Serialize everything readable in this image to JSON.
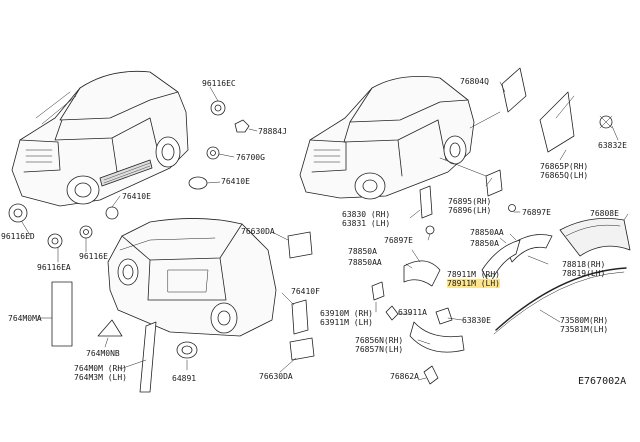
{
  "diagram": {
    "id": "E767002A",
    "callouts": {
      "c96116EC": "96116EC",
      "c78884J": "78884J",
      "c76700G": "76700G",
      "c76410E_top": "76410E",
      "c76410E_mid": "76410E",
      "c96116ED": "96116ED",
      "c96116E": "96116E",
      "c96116EA": "96116EA",
      "c76630DA_top": "76630DA",
      "c76410F": "76410F",
      "c76630DA_bot": "76630DA",
      "c764M0MA": "764M0MA",
      "c764M0NB": "764M0NB",
      "c764M0M_pair": "764M0M (RH)\n764M3M (LH)",
      "c64891": "64891",
      "c76804Q": "76804Q",
      "c63832E": "63832E",
      "c76865P_pair": "76865P(RH)\n76865Q(LH)",
      "c76895_pair": "76895(RH)\n76896(LH)",
      "c76897E_right": "76897E",
      "c76808E": "76808E",
      "c63830_pair": "63830 (RH)\n63831 (LH)",
      "c76897E_left": "76897E",
      "c78850AA_right": "78850AA",
      "c78850A_right": "78850A",
      "c78850A_left": "78850A",
      "c78850AA_left": "78850AA",
      "c78818_pair": "78818(RH)\n78819(LH)",
      "c78911M_rh": "78911M (RH)",
      "c78911M_lh": "78911M (LH)",
      "c63911A": "63911A",
      "c63910M_pair": "63910M (RH)\n63911M (LH)",
      "c63830E": "63830E",
      "c73580M_pair": "73580M(RH)\n73581M(LH)",
      "c76856N_pair": "76856N(RH)\n76857N(LH)",
      "c76862A": "76862A"
    }
  }
}
